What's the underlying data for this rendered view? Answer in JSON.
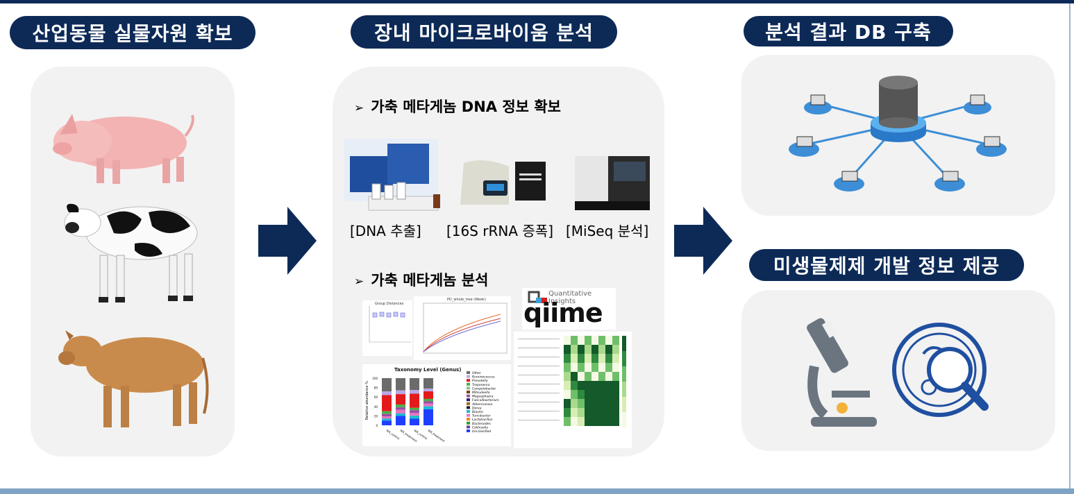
{
  "columns": {
    "left": {
      "title": "산업동물 실물자원 확보"
    },
    "middle": {
      "title": "장내 마이크로바이움 분석",
      "section1": {
        "bullet": "➢",
        "label": "가축 메타게놈 DNA 정보 확보"
      },
      "captions": [
        "[DNA 추출]",
        "[16S rRNA 증폭]",
        "[MiSeq 분석]"
      ],
      "section2": {
        "bullet": "➢",
        "label": "가축 메타게놈  분석"
      },
      "qiime_tagline": "Quantitative Insights",
      "qiime_logo": "qiime",
      "mini_titles": {
        "boxplot": "Group Distances",
        "rarefaction": "PD_whole_tree (Week)",
        "taxonomy": "Taxonomy Level (Genus)"
      },
      "taxonomy_chart": {
        "ylabel": "Relative abundance %",
        "yticks": [
          "100",
          "80",
          "60",
          "40",
          "20",
          "0"
        ],
        "categories": [
          "W6_control",
          "W6_treatment",
          "W8_control",
          "W8_treatment"
        ],
        "legend": [
          "Other",
          "Ruminococcus",
          "Prevotella",
          "Treponema",
          "Campylobacter",
          "Mitsuokella",
          "Megasphaera",
          "Faecalibacterium",
          "Akkermansia",
          "Dorea",
          "Blautia",
          "Turicibacter",
          "Lactobacillus",
          "Bacteroides",
          "Collinsella",
          "Unclassified"
        ],
        "legend_colors": [
          "#6b6b6b",
          "#b9a7e6",
          "#e31a1c",
          "#4daf4a",
          "#8fbc8f",
          "#7b3f00",
          "#984ea3",
          "#2b1b7a",
          "#a6611a",
          "#1a1a1a",
          "#17becf",
          "#e377c2",
          "#ff7f0e",
          "#2ca02c",
          "#6a3d9a",
          "#1f3fff"
        ]
      }
    },
    "right": {
      "title1": "분석 결과 DB 구축",
      "title2": "미생물제제 개발 정보 제공"
    }
  },
  "icons": {
    "animals": [
      "pig-image",
      "cow-image",
      "calf-image"
    ],
    "database": "database-network-icon",
    "microscope": "microscope-icon",
    "search": "magnifier-microbe-icon"
  },
  "colors": {
    "navy": "#0d2a57",
    "panel": "#f2f2f2",
    "accent_blue": "#3d8ed6"
  }
}
